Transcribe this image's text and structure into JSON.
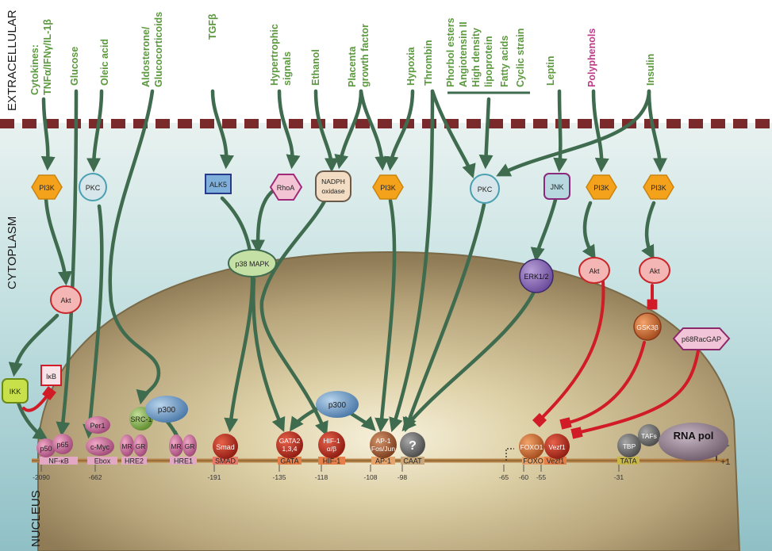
{
  "regions": {
    "extracellular": "EXTRACELLULAR",
    "cytoplasm": "CYTOPLASM",
    "nucleus": "NUCLEUS"
  },
  "signals": {
    "cytokines_1": "Cytokines:",
    "cytokines_2": "TNFα/IFNγ/IL-1β",
    "glucose": "Glucose",
    "oleic": "Oleic acid",
    "aldo_1": "Aldosterone/",
    "aldo_2": "Glucocorticoids",
    "tgfb": "TGFβ",
    "hyper_1": "Hypertrophic",
    "hyper_2": "signals",
    "ethanol": "Ethanol",
    "placenta_1": "Placenta",
    "placenta_2": "growth factor",
    "hypoxia": "Hypoxia",
    "thrombin": "Thrombin",
    "pkc_group": [
      "Phorbol esters",
      "Angiotensin II",
      "High density",
      "lipoprotein",
      "Fatty acids",
      "Cyclic strain"
    ],
    "leptin": "Leptin",
    "polyphenols": "Polyphenols",
    "insulin": "Insulin"
  },
  "nodes": {
    "pi3k_1": "PI3K",
    "pkc_1": "PKC",
    "alk5": "ALK5",
    "rhoa": "RhoA",
    "nadph_1": "NADPH",
    "nadph_2": "oxidase",
    "pi3k_2": "PI3K",
    "pkc_2": "PKC",
    "jnk": "JNK",
    "pi3k_3": "PI3K",
    "pi3k_4": "PI3K",
    "akt_1": "Akt",
    "p38": "p38 MAPK",
    "erk": "ERK1/2",
    "akt_2": "Akt",
    "akt_3": "Akt",
    "gsk3b": "GSK3β",
    "ikk": "IKK",
    "ikb": "IκB",
    "p68": "p68RacGAP",
    "p300_1": "p300",
    "p300_2": "p300",
    "src1": "SRC-1"
  },
  "factors": {
    "p50": "p50",
    "p65": "p65",
    "per1": "Per1",
    "cmyc": "c-Myc",
    "mr_1": "MR",
    "gr_1": "GR",
    "mr_2": "MR",
    "gr_2": "GR",
    "smad": "Smad",
    "gata_1": "GATA2",
    "gata_2": "1,3,4",
    "hif_1": "HIF-1",
    "hif_2": "α/β",
    "ap1_1": "AP-1",
    "ap1_2": "Fos/Jun",
    "unknown": "?",
    "foxo1": "FOXO1",
    "vezf1": "Vezf1",
    "tbp": "TBP",
    "tafs": "TAFs",
    "rnapol": "RNA pol"
  },
  "elements": {
    "nfkb": "NF-κB",
    "ebox": "Ebox",
    "hre2": "HRE2",
    "hre1": "HRE1",
    "smad": "SMAD",
    "gata": "GATA",
    "hif": "HIF-1",
    "ap1": "AP-1",
    "caat": "CAAT",
    "foxo": "FOXO",
    "vezf": "Vezf1",
    "tata": "TATA",
    "plus1": "+1"
  },
  "positions": {
    "p2090": "-2090",
    "p662": "-662",
    "p191": "-191",
    "p135": "-135",
    "p118": "-118",
    "p108": "-108",
    "p98": "-98",
    "p65": "-65",
    "p60": "-60",
    "p55": "-55",
    "p31": "-31"
  },
  "colors": {
    "signal_text": "#5a9a3c",
    "polyphenol_text": "#c03a8a",
    "arrow_green": "#3f6b4f",
    "arrow_red": "#d11b27",
    "membrane": "#7a2a2a",
    "extracellular_bg": "#ffffff",
    "cytoplasm_bg": "#a7cfd3",
    "nucleus_bg": "#a08d67",
    "pi3k": "#f4a21c",
    "dna": "#b8844a"
  }
}
